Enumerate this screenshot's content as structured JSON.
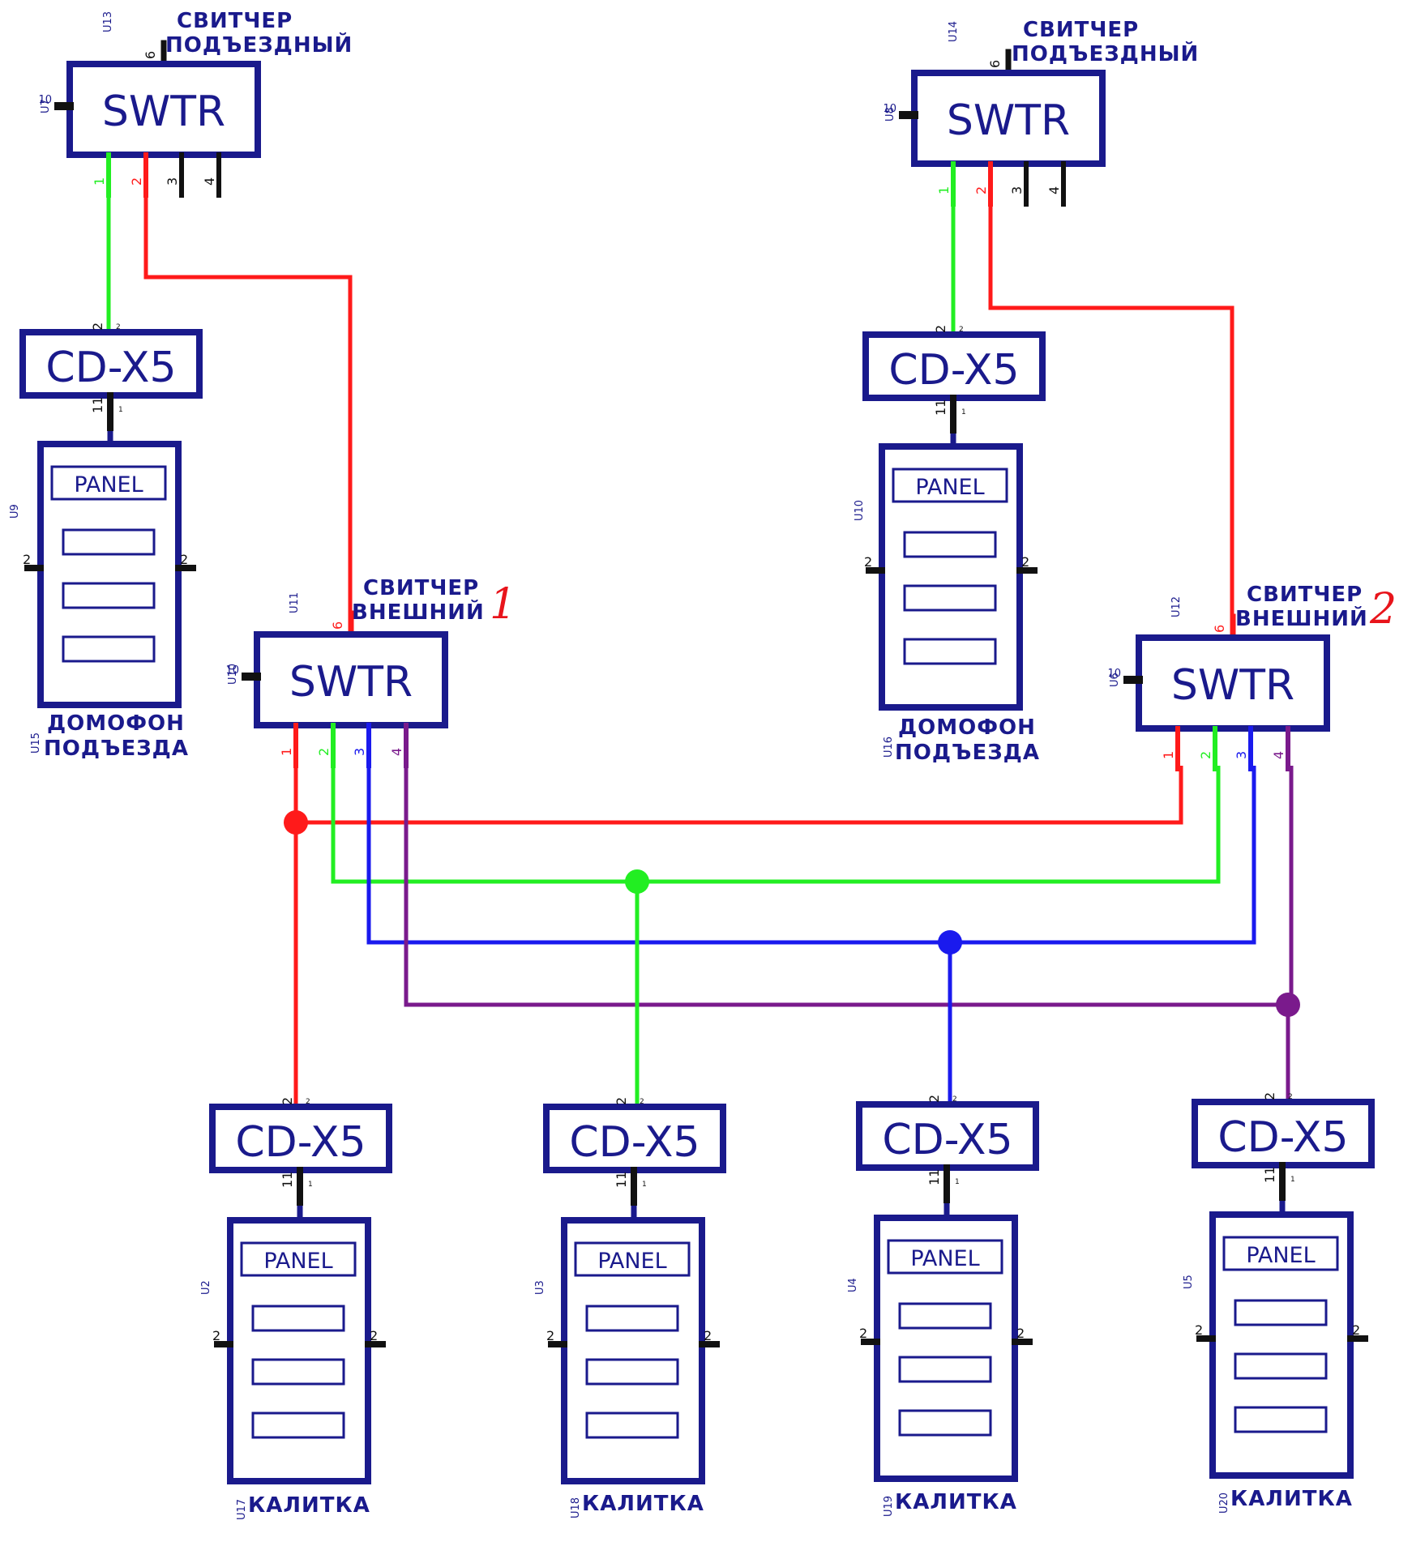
{
  "colors": {
    "outline": "#1a1a8c",
    "wire1": "#ff1a1a",
    "wire2": "#22ee22",
    "wire3": "#1a1aee",
    "wire4": "#7a1a8c"
  },
  "switchers": [
    {
      "label": "SWTR",
      "ref": "U7",
      "ref_top": "U13",
      "pin_top": "6",
      "pin_left": "10",
      "caption": [
        "СВИТЧЕР",
        "ПОДЪЕЗДНЫЙ"
      ],
      "pins": [
        "1",
        "2",
        "3",
        "4"
      ]
    },
    {
      "label": "SWTR",
      "ref": "U8",
      "ref_top": "U14",
      "pin_top": "6",
      "pin_left": "10",
      "caption": [
        "СВИТЧЕР",
        "ПОДЪЕЗДНЫЙ"
      ],
      "pins": [
        "1",
        "2",
        "3",
        "4"
      ]
    },
    {
      "label": "SWTR",
      "ref": "U10",
      "ref_top": "U11",
      "pin_top": "6",
      "pin_left": "10",
      "caption": [
        "СВИТЧЕР",
        "ВНЕШНИЙ"
      ],
      "number": "1",
      "pins": [
        "1",
        "2",
        "3",
        "4"
      ]
    },
    {
      "label": "SWTR",
      "ref": "U6",
      "ref_top": "U12",
      "pin_top": "6",
      "pin_left": "10",
      "caption": [
        "СВИТЧЕР",
        "ВНЕШНИЙ"
      ],
      "number": "2",
      "pins": [
        "1",
        "2",
        "3",
        "4"
      ]
    }
  ],
  "converters": [
    {
      "label": "CD-X5",
      "pin_top": "2",
      "pin_top_small": "2",
      "pin_bottom": "11",
      "pin_bottom_small": "1"
    },
    {
      "label": "CD-X5",
      "pin_top": "2",
      "pin_top_small": "2",
      "pin_bottom": "11",
      "pin_bottom_small": "1"
    },
    {
      "label": "CD-X5",
      "pin_top": "2",
      "pin_top_small": "2",
      "pin_bottom": "11",
      "pin_bottom_small": "1"
    },
    {
      "label": "CD-X5",
      "pin_top": "2",
      "pin_top_small": "2",
      "pin_bottom": "11",
      "pin_bottom_small": "1"
    },
    {
      "label": "CD-X5",
      "pin_top": "2",
      "pin_top_small": "2",
      "pin_bottom": "11",
      "pin_bottom_small": "1"
    },
    {
      "label": "CD-X5",
      "pin_top": "2",
      "pin_top_small": "2",
      "pin_bottom": "11",
      "pin_bottom_small": "1"
    }
  ],
  "panels": [
    {
      "label": "PANEL",
      "ref": "U9",
      "caption_ref": "U15",
      "caption": [
        "ДОМОФОН",
        "ПОДЪЕЗДА"
      ],
      "pin_left": "2",
      "pin_right": "2"
    },
    {
      "label": "PANEL",
      "ref": "U10",
      "caption_ref": "U16",
      "caption": [
        "ДОМОФОН",
        "ПОДЪЕЗДА"
      ],
      "pin_left": "2",
      "pin_right": "2"
    },
    {
      "label": "PANEL",
      "ref": "U2",
      "caption_ref": "U17",
      "caption": [
        "КАЛИТКА"
      ],
      "pin_left": "2",
      "pin_right": "2"
    },
    {
      "label": "PANEL",
      "ref": "U3",
      "caption_ref": "U18",
      "caption": [
        "КАЛИТКА"
      ],
      "pin_left": "2",
      "pin_right": "2"
    },
    {
      "label": "PANEL",
      "ref": "U4",
      "caption_ref": "U19",
      "caption": [
        "КАЛИТКА"
      ],
      "pin_left": "2",
      "pin_right": "2"
    },
    {
      "label": "PANEL",
      "ref": "U5",
      "caption_ref": "U20",
      "caption": [
        "КАЛИТКА"
      ],
      "pin_left": "2",
      "pin_right": "2"
    }
  ]
}
